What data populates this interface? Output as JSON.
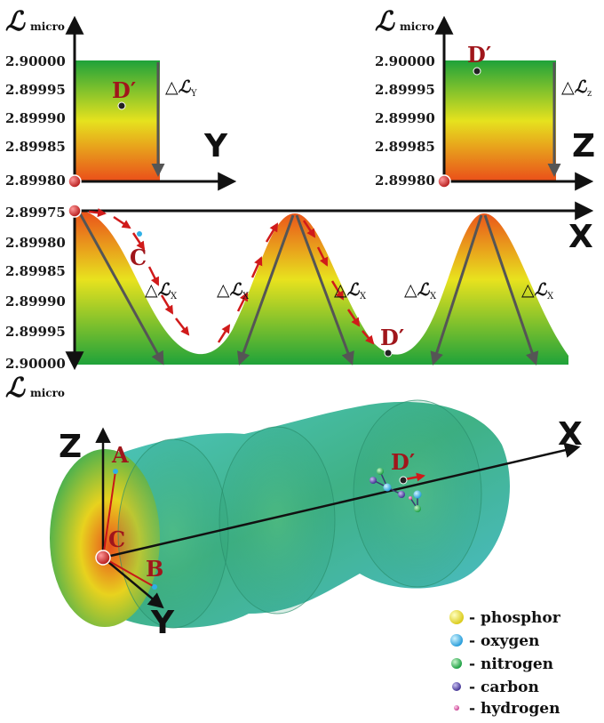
{
  "panel_y": {
    "axis_title": "ℒ",
    "axis_title_sub": "micro",
    "ticks": [
      "2.90000",
      "2.89995",
      "2.89990",
      "2.89985",
      "2.89980"
    ],
    "axis_letter": "Y",
    "point_label": "D′",
    "delta_symbol": "△ℒ",
    "delta_sub": "Y"
  },
  "panel_z": {
    "axis_title": "ℒ",
    "axis_title_sub": "micro",
    "ticks": [
      "2.90000",
      "2.89995",
      "2.89990",
      "2.89985",
      "2.89980"
    ],
    "axis_letter": "Z",
    "point_label": "D′",
    "delta_symbol": "△ℒ",
    "delta_sub": "z"
  },
  "panel_x": {
    "ticks": [
      "2.89975",
      "2.89980",
      "2.89985",
      "2.89990",
      "2.89995",
      "2.90000"
    ],
    "axis_letter": "X",
    "axis_title": "ℒ",
    "axis_title_sub": "micro",
    "point_c": "C",
    "point_d": "D′",
    "deltas": [
      {
        "symbol": "△ℒ",
        "sub": "X"
      },
      {
        "symbol": "△ℒ",
        "sub": "X"
      },
      {
        "symbol": "△ℒ",
        "sub": "X"
      },
      {
        "symbol": "△ℒ",
        "sub": "X"
      },
      {
        "symbol": "△ℒ",
        "sub": "X"
      }
    ]
  },
  "molecule_3d": {
    "axis_z": "Z",
    "axis_x": "X",
    "axis_y": "Y",
    "point_a": "A",
    "point_b": "B",
    "point_c": "C",
    "point_d": "D′"
  },
  "legend": {
    "items": [
      {
        "label": "- phosphor",
        "color": "#e8e21a"
      },
      {
        "label": "- oxygen",
        "color": "#2fb0e6"
      },
      {
        "label": "- nitrogen",
        "color": "#1fa84a"
      },
      {
        "label": "- carbon",
        "color": "#4b3aa3"
      },
      {
        "label": "- hydrogen",
        "color": "#d84aa0"
      }
    ]
  },
  "colors": {
    "high": "#1f9e3a",
    "mid": "#e8e020",
    "low": "#e8501c",
    "marker": "#c81818",
    "point_text": "#a0161b"
  }
}
